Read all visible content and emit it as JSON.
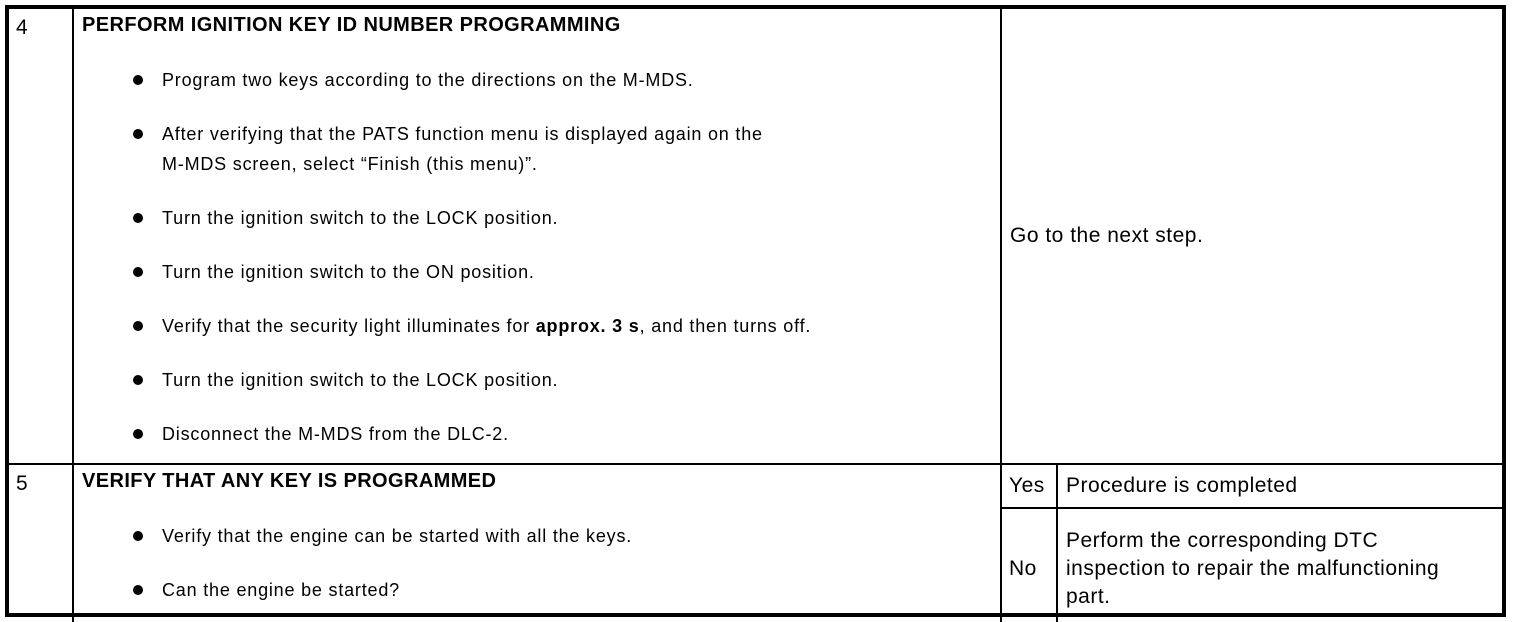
{
  "page": {
    "background_color": "#ffffff",
    "text_color": "#000000",
    "border_color": "#000000"
  },
  "table": {
    "rows": [
      {
        "step": "4",
        "title": "PERFORM IGNITION KEY ID NUMBER PROGRAMMING",
        "bullets": [
          {
            "text": "Program two keys according to the directions on the M-MDS."
          },
          {
            "text": "After verifying that the PATS function menu is displayed again on the\nM-MDS screen, select “Finish (this menu)”."
          },
          {
            "text": "Turn the ignition switch to the LOCK position."
          },
          {
            "text": "Turn the ignition switch to the ON position."
          },
          {
            "pre": "Verify that the security light illuminates for ",
            "bold": "approx. 3 s",
            "post": ", and then turns off."
          },
          {
            "text": "Turn the ignition switch to the LOCK position."
          },
          {
            "text": "Disconnect the M-MDS from the DLC-2."
          }
        ],
        "result": "Go to the next step."
      },
      {
        "step": "5",
        "title": "VERIFY THAT ANY KEY IS PROGRAMMED",
        "bullets": [
          {
            "text": "Verify that the engine can be started with all the keys."
          },
          {
            "text": "Can the engine be started?"
          }
        ],
        "results": [
          {
            "answer": "Yes",
            "action": "Procedure is completed"
          },
          {
            "answer": "No",
            "action": "Perform the corresponding DTC\ninspection to repair the malfunctioning\npart."
          }
        ]
      }
    ]
  }
}
